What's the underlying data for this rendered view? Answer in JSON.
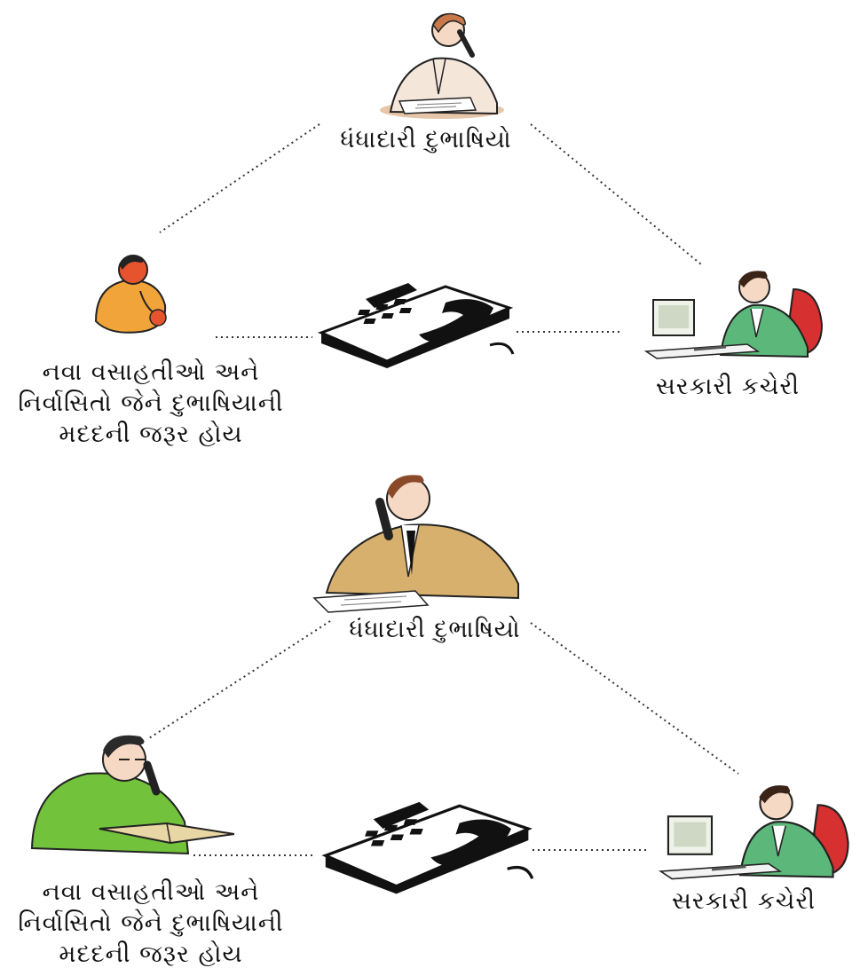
{
  "diagrams": [
    {
      "interpreter": {
        "label": "ધંધાદારી દુભાષિયો",
        "icon": "woman-on-phone-writing-icon"
      },
      "client": {
        "label_lines": [
          "નવા વસાહતીઓ અને",
          "નિર્વાસિતો જેને દુભાષિયાની",
          "મદદની જરૂર હોય"
        ],
        "icon": "person-in-orange-icon"
      },
      "office": {
        "label": "સરકારી કચેરી",
        "icon": "man-at-computer-desk-icon"
      },
      "hub": {
        "icon": "conference-telephone-icon"
      }
    },
    {
      "interpreter": {
        "label": "ધંધાદારી દુભાષિયો",
        "icon": "man-on-phone-writing-icon"
      },
      "client": {
        "label_lines": [
          "નવા વસાહતીઓ અને",
          "નિર્વાસિતો જેને દુભાષિયાની",
          "મદદની જરૂર હોય"
        ],
        "icon": "man-reading-book-icon"
      },
      "office": {
        "label": "સરકારી કચેરી",
        "icon": "man-at-computer-desk-icon"
      },
      "hub": {
        "icon": "conference-telephone-icon"
      }
    }
  ]
}
